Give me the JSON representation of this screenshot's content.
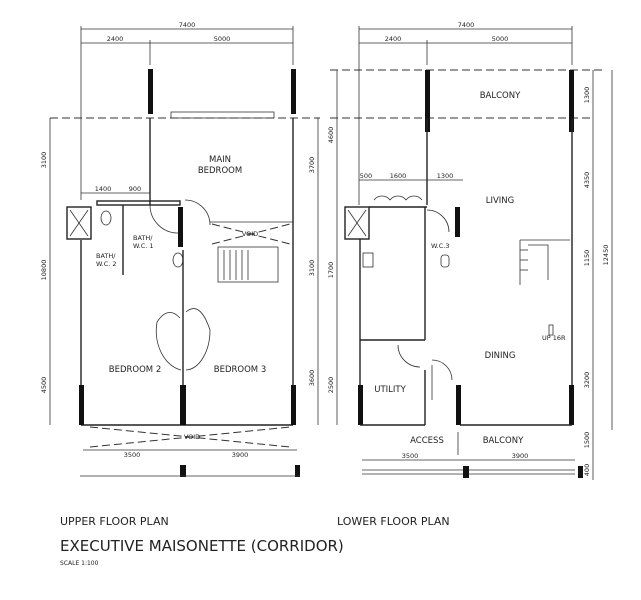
{
  "upper_plan": {
    "label": "UPPER FLOOR PLAN",
    "rooms": {
      "main_bedroom_1": "MAIN",
      "main_bedroom_2": "BEDROOM",
      "bath_wc1_1": "BATH/",
      "bath_wc1_2": "W.C. 1",
      "bath_wc2_1": "BATH/",
      "bath_wc2_2": "W.C. 2",
      "bedroom2": "BEDROOM 2",
      "bedroom3": "BEDROOM 3",
      "void1": "VOID",
      "void2": "VOID"
    },
    "dims": {
      "total_width": "7400",
      "w1": "2400",
      "w2": "5000",
      "w3": "1400",
      "w4": "900",
      "b1": "3500",
      "b2": "3900",
      "l1": "3100",
      "l2": "10800",
      "l3": "4500",
      "r1": "3700",
      "r2": "3100",
      "r3": "3600"
    }
  },
  "lower_plan": {
    "label": "LOWER FLOOR PLAN",
    "rooms": {
      "balcony_top": "BALCONY",
      "living": "LIVING",
      "wc3": "W.C.3",
      "dining": "DINING",
      "utility": "UTILITY",
      "access": "ACCESS",
      "balcony_bottom": "BALCONY",
      "up": "UP 16R"
    },
    "dims": {
      "total_width": "7400",
      "w1": "2400",
      "w2": "5000",
      "w3": "500",
      "w4": "1600",
      "w5": "1300",
      "b1": "3500",
      "b2": "3900",
      "l1": "4600",
      "l2": "1700",
      "l3": "2500",
      "r1": "1300",
      "r2": "4350",
      "r3": "1150",
      "r4": "3200",
      "r5": "1500",
      "r6": "400",
      "r_total": "12450"
    }
  },
  "title": "EXECUTIVE MAISONETTE (CORRIDOR)",
  "scale": "SCALE 1:100"
}
